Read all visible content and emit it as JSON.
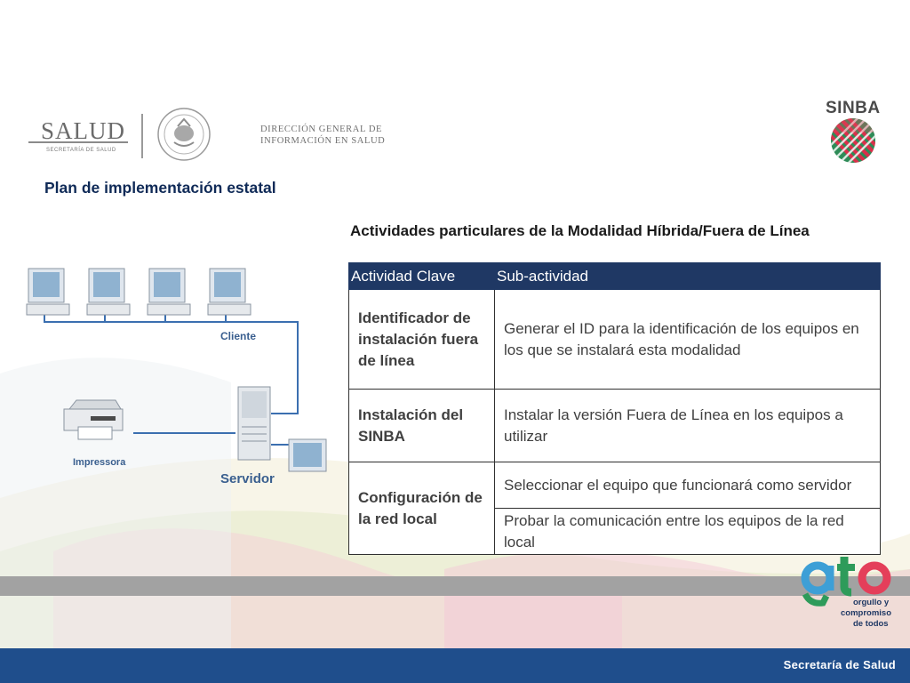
{
  "header": {
    "salud_word": "SALUD",
    "salud_sub": "SECRETARÍA DE SALUD",
    "dgis_line1": "DIRECCIÓN GENERAL DE",
    "dgis_line2": "INFORMACIÓN EN SALUD",
    "sinba": "SINBA"
  },
  "plan_title": "Plan de implementación estatal",
  "activities_title": "Actividades particulares de la Modalidad Híbrida/Fuera de Línea",
  "diagram": {
    "client_label": "Cliente",
    "printer_label": "Impressora",
    "server_label": "Servidor"
  },
  "table": {
    "headers": [
      "Actividad Clave",
      "Sub-actividad"
    ],
    "rows": [
      {
        "key": "Identificador de instalación fuera de línea",
        "sub": "Generar el ID para la identificación de los equipos en los que se instalará esta modalidad"
      },
      {
        "key": "Instalación del SINBA",
        "sub": "Instalar la versión Fuera de Línea en los equipos a utilizar"
      },
      {
        "key": "Configuración de la red local",
        "subs": [
          "Seleccionar el equipo que funcionará como servidor",
          "Probar la comunicación entre los equipos de la red local"
        ]
      }
    ]
  },
  "gto": {
    "line1": "orgullo y",
    "line2": "compromiso",
    "line3": "de todos"
  },
  "footer": "Secretaría de Salud",
  "colors": {
    "table_header": "#1f3864",
    "title": "#0f2a57",
    "footer_bar": "#1f4e8c",
    "gray_bar": "#a2a2a2"
  }
}
